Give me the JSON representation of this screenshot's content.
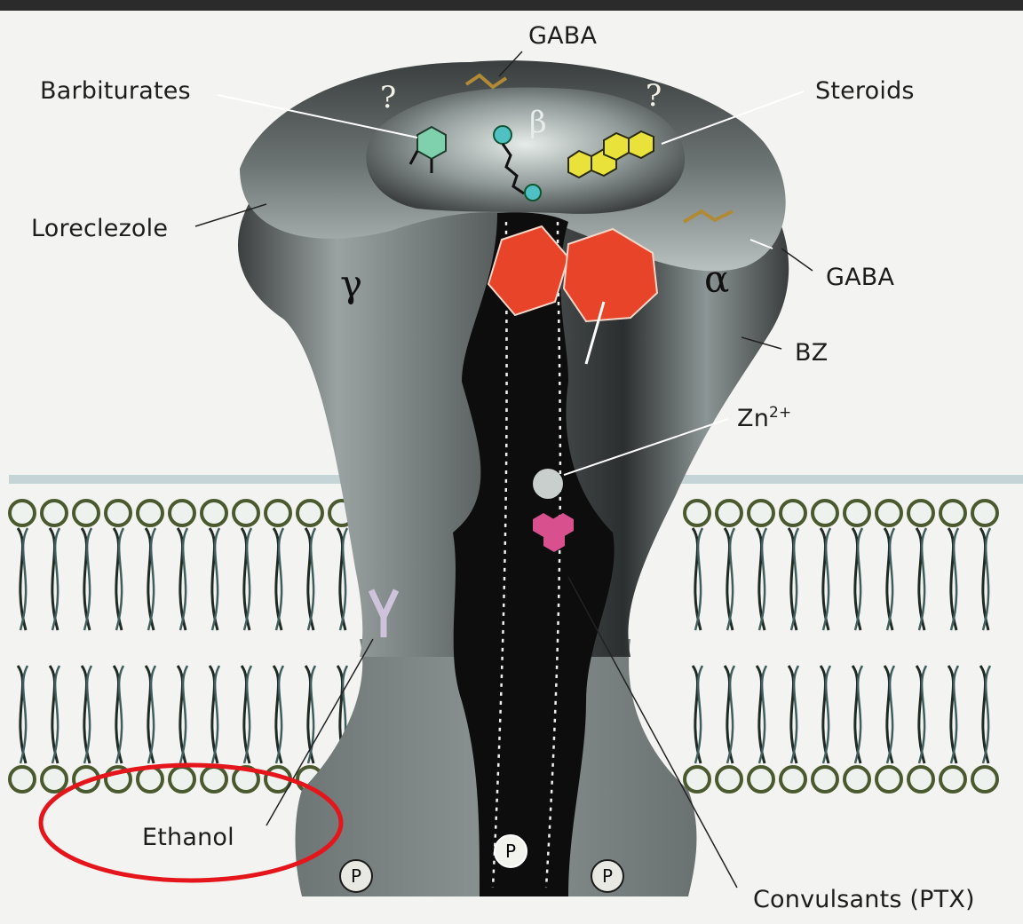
{
  "labels": {
    "gaba_top": "GABA",
    "barbiturates": "Barbiturates",
    "steroids": "Steroids",
    "loreclezole": "Loreclezole",
    "gaba_right": "GABA",
    "bz": "BZ",
    "zn_base": "Zn",
    "zn_sup": "2+",
    "ethanol": "Ethanol",
    "convulsants": "Convulsants (PTX)"
  },
  "subunits": {
    "gamma": "γ",
    "alpha": "α",
    "beta": "β"
  },
  "unknown_marks": [
    "?",
    "?"
  ],
  "phospho_marks": [
    "P",
    "P",
    "P"
  ],
  "colors": {
    "receptor_dark": "#2a2d2d",
    "receptor_light": "#c9d2d0",
    "channel": "#0d0d0d",
    "bz_site": "#e8442a",
    "steroid": "#e8e23a",
    "barbiturate": "#7fd1ad",
    "gaba_ligand": "#b08a34",
    "convulsant": "#d9508f",
    "membrane_head": "#4a5a2e",
    "highlight_ring": "#e4161c"
  }
}
